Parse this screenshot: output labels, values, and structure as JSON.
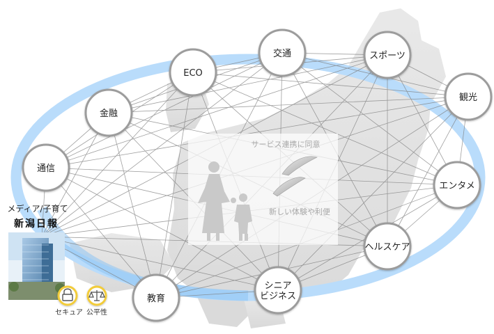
{
  "nodes": [
    {
      "id": "eco",
      "lines": [
        "ECO"
      ]
    },
    {
      "id": "traffic",
      "lines": [
        "交通"
      ]
    },
    {
      "id": "sports",
      "lines": [
        "スポーツ"
      ]
    },
    {
      "id": "finance",
      "lines": [
        "金融"
      ]
    },
    {
      "id": "sightseeing",
      "lines": [
        "観光"
      ]
    },
    {
      "id": "telecom",
      "lines": [
        "通信"
      ]
    },
    {
      "id": "entertainment",
      "lines": [
        "エンタメ"
      ]
    },
    {
      "id": "healthcare",
      "lines": [
        "ヘルスケア"
      ]
    },
    {
      "id": "senior",
      "lines": [
        "シニア",
        "ビジネス"
      ]
    },
    {
      "id": "education",
      "lines": [
        "教育"
      ]
    }
  ],
  "center": {
    "consent": "サービス連携に同意",
    "experience": "新しい体験や利便"
  },
  "media": {
    "label": "メディア/子育て",
    "logo": "新潟日報"
  },
  "badges": {
    "secure": "セキュア",
    "fair": "公平性"
  },
  "colors": {
    "ring": "#b9dcfb",
    "ring_dark": "#8ec4f4",
    "node_stroke": "#9c9c9c",
    "lines": "#7f7f7f",
    "badge_ring": "#f2cc3a"
  }
}
